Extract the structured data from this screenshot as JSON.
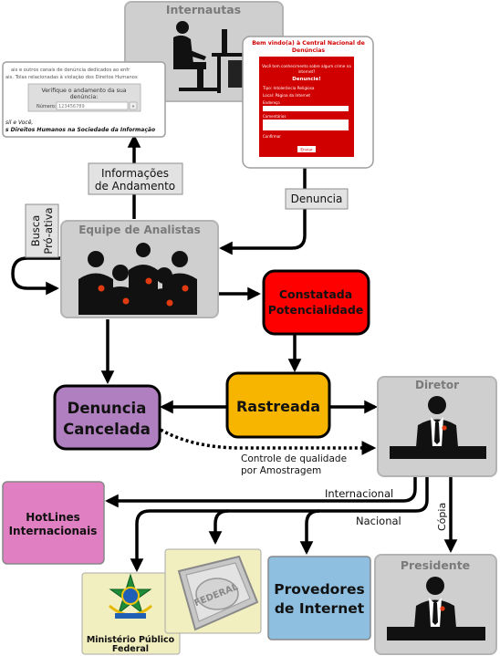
{
  "colors": {
    "gray_box": "#cfcfcf",
    "gray_title": "#7a7a7a",
    "red_box": "#ff0000",
    "purple_box": "#b07fbf",
    "yellow_box": "#f7b500",
    "pink_box": "#e07fc2",
    "blue_box": "#8fbfe0",
    "label_box": "#e2e2e2",
    "site_red": "#d10000"
  },
  "nodes": {
    "internautas": {
      "title": "Internautas"
    },
    "equipe": {
      "title": "Equipe de Analistas"
    },
    "constatada": {
      "line1": "Constatada",
      "line2": "Potencialidade"
    },
    "cancelada": {
      "line1": "Denuncia",
      "line2": "Cancelada"
    },
    "rastreada": {
      "label": "Rastreada"
    },
    "diretor": {
      "title": "Diretor"
    },
    "hotlines": {
      "line1": "HotLines",
      "line2": "Internacionais"
    },
    "mpf": {
      "line1": "Ministério Público",
      "line2": "Federal"
    },
    "pf": {
      "seal_text": "FEDERAL"
    },
    "provedores": {
      "line1": "Provedores",
      "line2": "de Internet"
    },
    "presidente": {
      "title": "Presidente"
    }
  },
  "labels": {
    "informacoes_line1": "Informações",
    "informacoes_line2": "de Andamento",
    "denuncia": "Denuncia",
    "busca_line1": "Busca",
    "busca_line2": "Pró-ativa",
    "controle_line1": "Controle de qualidade",
    "controle_line2": "por Amostragem",
    "internacional": "Internacional",
    "nacional": "Nacional",
    "copia": "Cópia"
  },
  "left_screenshot": {
    "text_lines": [
      "ais e outros canais de denúncia dedicados ao enfr",
      "ais. Tolas relacionadas à violação dos Direitos Humanos",
      "sil e Você,",
      "s Direitos Humanos na Sociedade da Informação"
    ],
    "panel_title_line1": "Verifique o andamento da sua",
    "panel_title_line2": "denúncia:",
    "field_label": "Número:",
    "field_value": "123456789",
    "go_button": "»"
  },
  "right_screenshot": {
    "header_line1": "Bem vindo(a) à Central Nacional de",
    "header_line2": "Denúncias",
    "intro_line1": "Você tem conhecimento sobre algum crime na",
    "intro_line2": "internet?",
    "intro_cta": "Denuncie!",
    "row1": "Tipo: Intolerância Religiosa",
    "row2": "Local: Página da Internet",
    "row3": "Endereço",
    "row4": "Comentários",
    "row5": "Confirmar",
    "submit_label": "Enviar"
  }
}
